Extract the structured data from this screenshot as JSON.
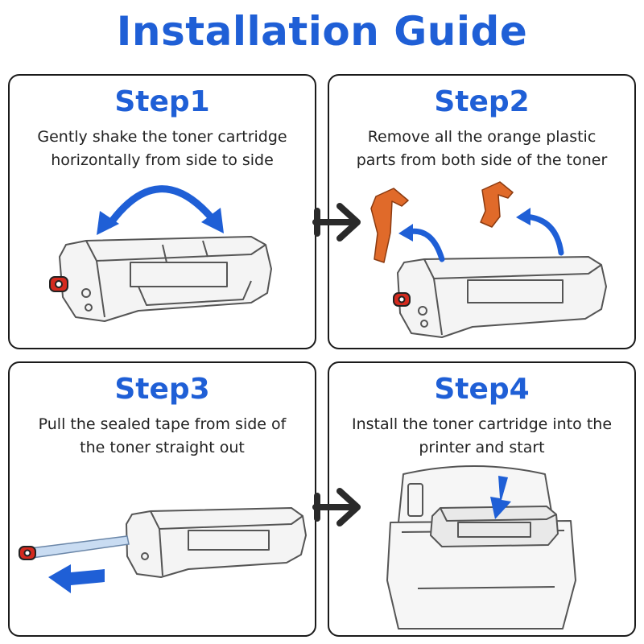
{
  "title": "Installation Guide",
  "colors": {
    "title_blue": "#1f5fd6",
    "arrow_blue": "#1f5fd6",
    "orange_part": "#e06a2a",
    "red_tab": "#d42a1e",
    "outline": "#1a1a1a",
    "line_art": "#555555",
    "tape_blue": "#c9dcf2"
  },
  "steps": [
    {
      "title": "Step1",
      "description": "Gently shake the toner cartridge\nhorizontally from side to side"
    },
    {
      "title": "Step2",
      "description": "Remove all the orange plastic\nparts from both side of the toner"
    },
    {
      "title": "Step3",
      "description": "Pull the sealed tape from side of\nthe toner straight out"
    },
    {
      "title": "Step4",
      "description": "Install the toner cartridge into the\nprinter and start"
    }
  ],
  "icons": {
    "connector": "chevron-right-arrow-icon",
    "shake": "curved-double-arrow-icon",
    "remove": "curved-arrow-icon",
    "pull": "left-arrow-icon",
    "insert": "down-arrow-icon"
  }
}
